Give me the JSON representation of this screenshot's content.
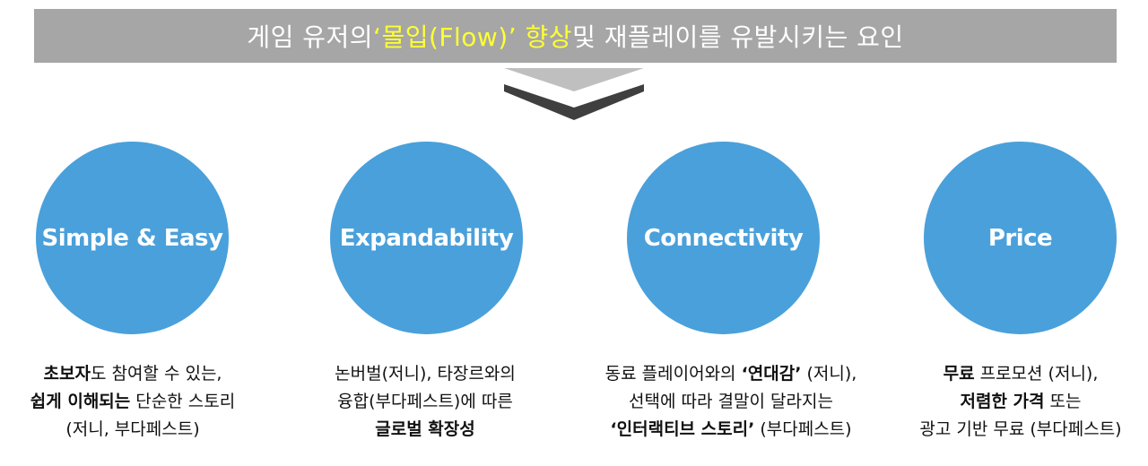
{
  "banner": {
    "prefix": "게임 유저의 ",
    "highlight": "‘몰입(Flow)’ 향상",
    "suffix": " 및 재플레이를 유발시키는 요인",
    "highlight_color": "#ffff33",
    "background": "#a6a6a6"
  },
  "circle_color": "#4aa0da",
  "factors": [
    {
      "label": "Simple & Easy",
      "lines": [
        [
          {
            "t": "초보자",
            "b": true
          },
          {
            "t": "도 참여할 수 있는,",
            "b": false
          }
        ],
        [
          {
            "t": "쉽게 이해되는",
            "b": true
          },
          {
            "t": " 단순한 스토리",
            "b": false
          }
        ],
        [
          {
            "t": "(저니, 부다페스트)",
            "b": false
          }
        ]
      ]
    },
    {
      "label": "Expandability",
      "lines": [
        [
          {
            "t": "논버벌(저니), 타장르와의",
            "b": false
          }
        ],
        [
          {
            "t": "융합(부다페스트)에 따른",
            "b": false
          }
        ],
        [
          {
            "t": "글로벌 확장성",
            "b": true
          }
        ]
      ]
    },
    {
      "label": "Connectivity",
      "lines": [
        [
          {
            "t": "동료 플레이어와의 ",
            "b": false
          },
          {
            "t": "‘연대감’",
            "b": true
          },
          {
            "t": " (저니),",
            "b": false
          }
        ],
        [
          {
            "t": "선택에 따라 결말이 달라지는",
            "b": false
          }
        ],
        [
          {
            "t": "‘인터랙티브 스토리’",
            "b": true
          },
          {
            "t": " (부다페스트)",
            "b": false
          }
        ]
      ]
    },
    {
      "label": "Price",
      "lines": [
        [
          {
            "t": "무료",
            "b": true
          },
          {
            "t": " 프로모션 (저니),",
            "b": false
          }
        ],
        [
          {
            "t": "저렴한 가격",
            "b": true
          },
          {
            "t": " 또는",
            "b": false
          }
        ],
        [
          {
            "t": "광고 기반 무료 (부다페스트)",
            "b": false
          }
        ]
      ]
    }
  ]
}
